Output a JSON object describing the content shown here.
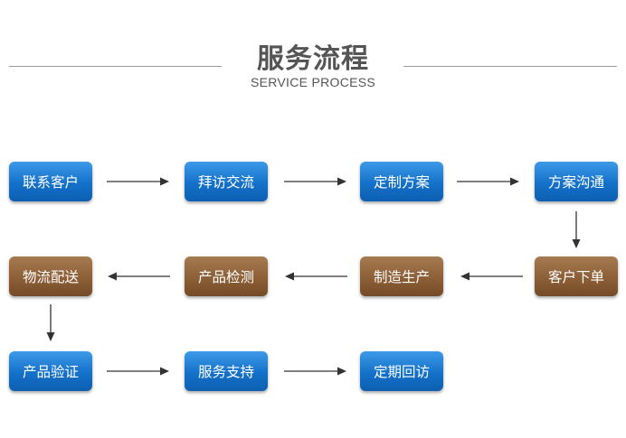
{
  "header": {
    "title": "服务流程",
    "subtitle": "SERVICE PROCESS"
  },
  "colors": {
    "blue": "#1471c9",
    "brown": "#8c5f36",
    "arrow": "#333333",
    "line": "#9a9a9a"
  },
  "steps": [
    {
      "label": "联系客户",
      "color": "blue"
    },
    {
      "label": "拜访交流",
      "color": "blue"
    },
    {
      "label": "定制方案",
      "color": "blue"
    },
    {
      "label": "方案沟通",
      "color": "blue"
    },
    {
      "label": "客户下单",
      "color": "brown"
    },
    {
      "label": "制造生产",
      "color": "brown"
    },
    {
      "label": "产品检测",
      "color": "brown"
    },
    {
      "label": "物流配送",
      "color": "brown"
    },
    {
      "label": "产品验证",
      "color": "blue"
    },
    {
      "label": "服务支持",
      "color": "blue"
    },
    {
      "label": "定期回访",
      "color": "blue"
    }
  ]
}
